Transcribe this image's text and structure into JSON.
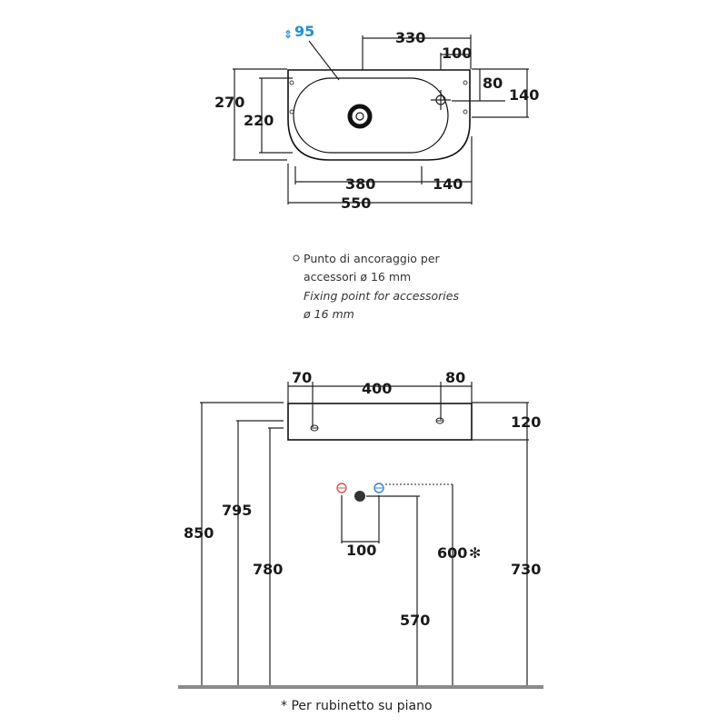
{
  "top_view": {
    "dims": {
      "d95": "95",
      "d330": "330",
      "d100": "100",
      "d80": "80",
      "d140r": "140",
      "d270": "270",
      "d220": "220",
      "d380": "380",
      "d140b": "140",
      "d550": "550"
    }
  },
  "legend": {
    "line1": "Punto di ancoraggio per",
    "line2": "accessori ø 16 mm",
    "line3": "Fixing point for accessories",
    "line4": "ø 16 mm"
  },
  "front_view": {
    "dims": {
      "d70": "70",
      "d400": "400",
      "d80": "80",
      "d120": "120",
      "d850": "850",
      "d795": "795",
      "d780": "780",
      "d100": "100",
      "d600": "600",
      "d570": "570",
      "d730": "730"
    }
  },
  "footnote": "* Per rubinetto su piano",
  "colors": {
    "hot": "#d9534f",
    "cold": "#2a7fd4",
    "floor": "#8a8a8a",
    "accent": "#1f8fd6"
  }
}
